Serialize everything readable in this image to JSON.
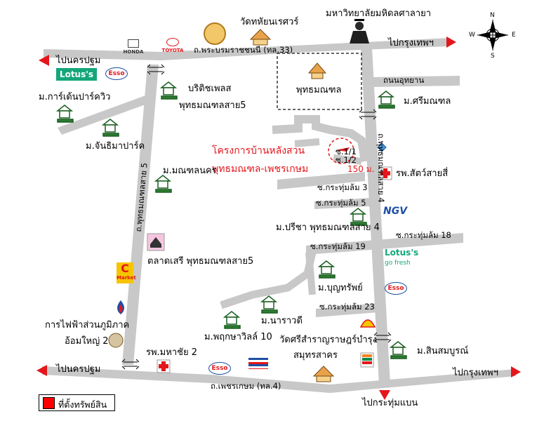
{
  "roads": {
    "phra_boromratchachonnani": "ถ.พระบรมราชชนนี (ทล.33)",
    "phetkasem": "ถ.เพชรเกษม (ทล.4)",
    "phutthamonthon_sai5": "ถ.พุทธมณฑลสาย 5",
    "phutthamonthon_sai4": "ถ.พุทธมณฑลสาย 4",
    "udomyan": "ถนนอุทยาน",
    "soi_krathum_lom3": "ซ.กระทุ่มล้ม 3",
    "soi_krathum_lom5": "ซ.กระทุ่มล้ม 5",
    "soi_krathum_lom19": "ซ.กระทุ่มล้ม 19",
    "soi_krathum_lom18": "ซ.กระทุ่มล้ม 18",
    "soi_krathum_lom23": "ซ.กระทุ่มล้ม 23"
  },
  "directions": {
    "to_nakhon_pathom_top": "ไปนครปฐม",
    "to_bangkok_top": "ไปกรุงเทพฯ",
    "to_nakhon_pathom_bottom": "ไปนครปฐม",
    "to_bangkok_bottom": "ไปกรุงเทพฯ",
    "to_krathum_baen": "ไปกระทุ่มแบน"
  },
  "places": {
    "wat_thayan": "วัดทหัยนเรศวร์",
    "mahidol_salaya": "มหาวิทยาลัยมหิดลศาลายา",
    "phutthamonthon": "พุทธมณฑล",
    "garden_ville": "ม.การ์เด้นปาร์ควิว",
    "borich_place_1": "บริติชเพลส",
    "borich_place_2": "พุทธมณฑลสาย5",
    "chinthima_park": "ม.จันธิมาปาร์ค",
    "sri_monthon": "ม.ศรีมณฑล",
    "project_1": "โครงการบ้านหลังสวน",
    "project_2": "พุทธมณฑล-เพชรเกษม",
    "distance_1": "ซ.1/1",
    "distance_2": "ซ.1/2",
    "distance_3": "150 ม.",
    "animal_hospital": "รพ.สัตว์สายสี่",
    "mondathon_nakorn": "ม.มณฑลนคร",
    "preecha": "ม.ปรีชา พุทธมณฑลสาย 4",
    "free_market": "ตลาดเสรี พุทธมณฑลสาย5",
    "boonsap": "ม.บุญทรัพย์",
    "naravadee": "ม.นาราวดี",
    "egat_1": "การไฟฟ้าส่วนภูมิภาค",
    "egat_2": "อ้อมใหญ่ 2",
    "phruksa": "ม.พฤกษาวิลล์ 10",
    "wat_sri": "วัดศรีสำราญราษฎร์บำรุง",
    "wat_sri_2": "สมุทรสาคร",
    "sinsomboon": "ม.สินสมบูรณ์",
    "mahachai_hospital": "รพ.มหาชัย 2"
  },
  "brands": {
    "lotus_top": "Lotus's",
    "esso": "Esso",
    "honda": "HONDA",
    "toyota": "TOYOTA",
    "ngv": "NGV",
    "lotus_go": "Lotus's",
    "lotus_go_sub": "go fresh",
    "c_market": "Market",
    "esso2": "Esso",
    "esso3": "Esso"
  },
  "compass": {
    "n": "N",
    "s": "S",
    "e": "E",
    "w": "W"
  },
  "legend": {
    "label": "ที่ตั้งทรัพย์สิน"
  },
  "colors": {
    "road": "#c8c8c8",
    "arrow": "#e4161b",
    "house": "#2e7d32",
    "red_text": "#e4161b"
  }
}
